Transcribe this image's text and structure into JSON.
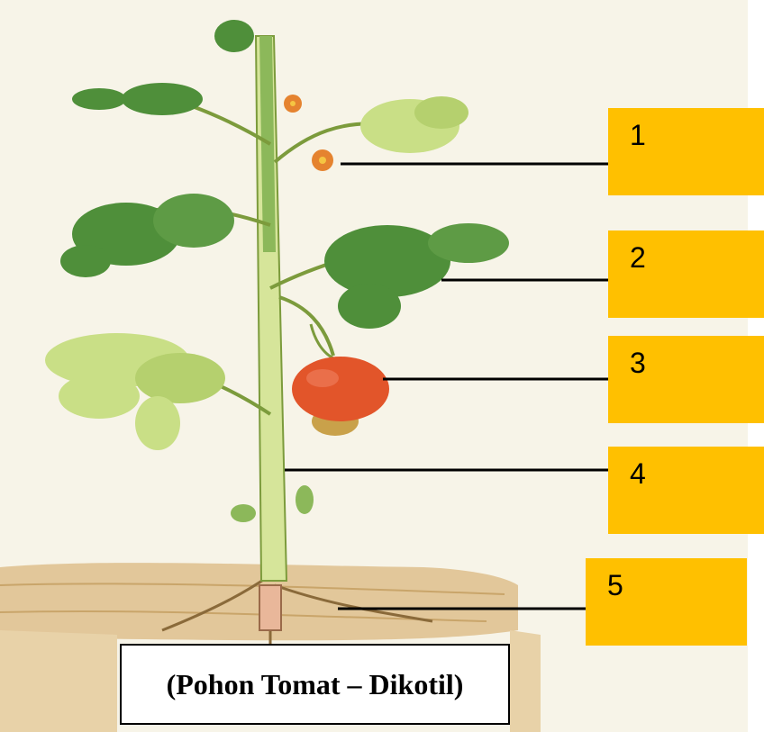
{
  "labels": [
    {
      "number": "1",
      "part": "flower"
    },
    {
      "number": "2",
      "part": "leaf"
    },
    {
      "number": "3",
      "part": "fruit"
    },
    {
      "number": "4",
      "part": "stem"
    },
    {
      "number": "5",
      "part": "root"
    }
  ],
  "caption": "(Pohon Tomat – Dikotil)",
  "colors": {
    "label_fill": "#FFC000",
    "background": "#F7F4E8",
    "soil": "#E2C79A",
    "stem": "#D6E59A",
    "leaf": "#4F8F3A",
    "leaf_light": "#C9DF86",
    "fruit": "#E2552A"
  }
}
